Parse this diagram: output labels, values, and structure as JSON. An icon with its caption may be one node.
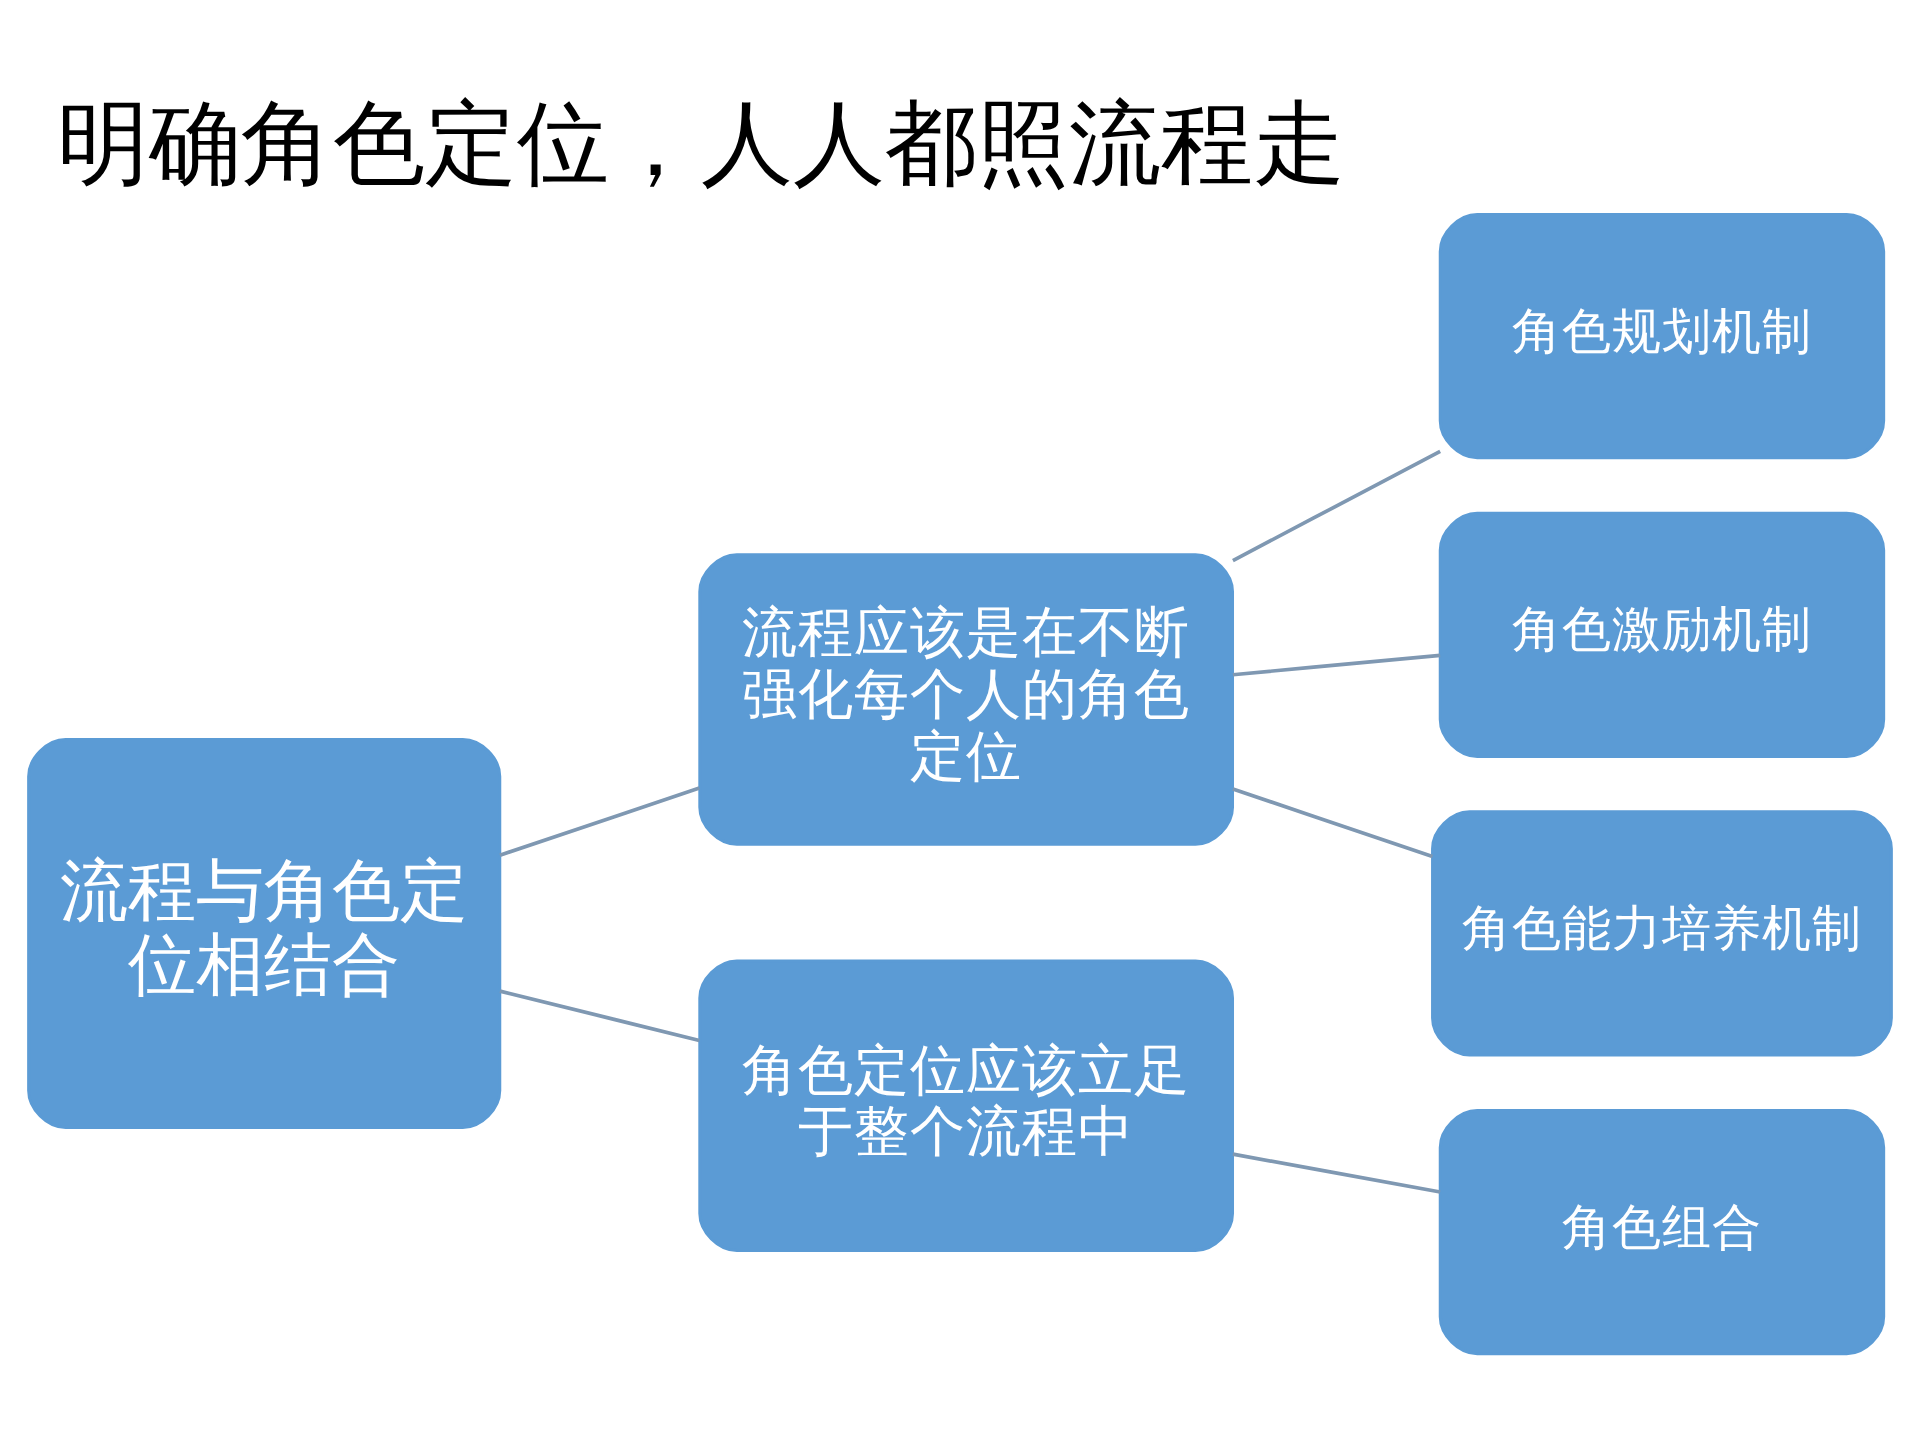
{
  "diagram": {
    "title": "明确角色定位，人人都照流程走",
    "nodes": [
      {
        "text": [
          "流程与角色定位相结合"
        ]
      },
      {
        "text": [
          "流程应该是在不断强化每个人的角色定位"
        ]
      },
      {
        "text": [
          "角色规划机制"
        ]
      },
      {
        "text": [
          "角色激励机制"
        ]
      },
      {
        "text": [
          "角色能力培养机制"
        ]
      },
      {
        "text": [
          "角色定位应该立足于整个流程中"
        ]
      },
      {
        "text": [
          "角色组合"
        ]
      }
    ],
    "edges": [
      {
        "from": 0,
        "to": 1,
        "arrow": "none"
      },
      {
        "from": 0,
        "to": 5,
        "arrow": "none"
      },
      {
        "from": 1,
        "to": 2,
        "arrow": "none"
      },
      {
        "from": 1,
        "to": 3,
        "arrow": "none"
      },
      {
        "from": 1,
        "to": 4,
        "arrow": "none"
      },
      {
        "from": 5,
        "to": 6,
        "arrow": "none"
      }
    ]
  }
}
